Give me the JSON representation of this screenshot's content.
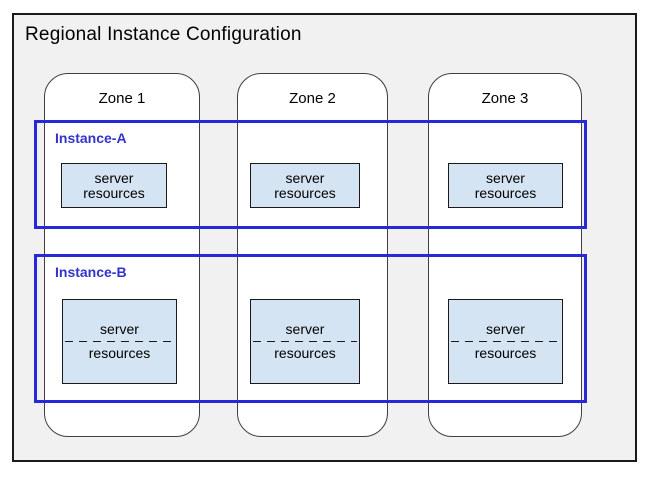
{
  "diagram": {
    "title": "Regional Instance Configuration",
    "zones": [
      {
        "label": "Zone 1"
      },
      {
        "label": "Zone 2"
      },
      {
        "label": "Zone 3"
      }
    ],
    "instances": [
      {
        "label": "Instance-A",
        "resource_line1": "server",
        "resource_line2": "resources"
      },
      {
        "label": "Instance-B",
        "resource_line1": "server",
        "resource_line2": "resources"
      }
    ],
    "colors": {
      "region_fill": "#f1f1f2",
      "region_border": "#1a1a1a",
      "zone_fill": "#ffffff",
      "zone_border": "#404040",
      "instance_border": "#2828d8",
      "instance_label_color": "#3333cc",
      "server_box_fill": "#d5e4f3",
      "server_box_border": "#1a1a1a"
    }
  }
}
